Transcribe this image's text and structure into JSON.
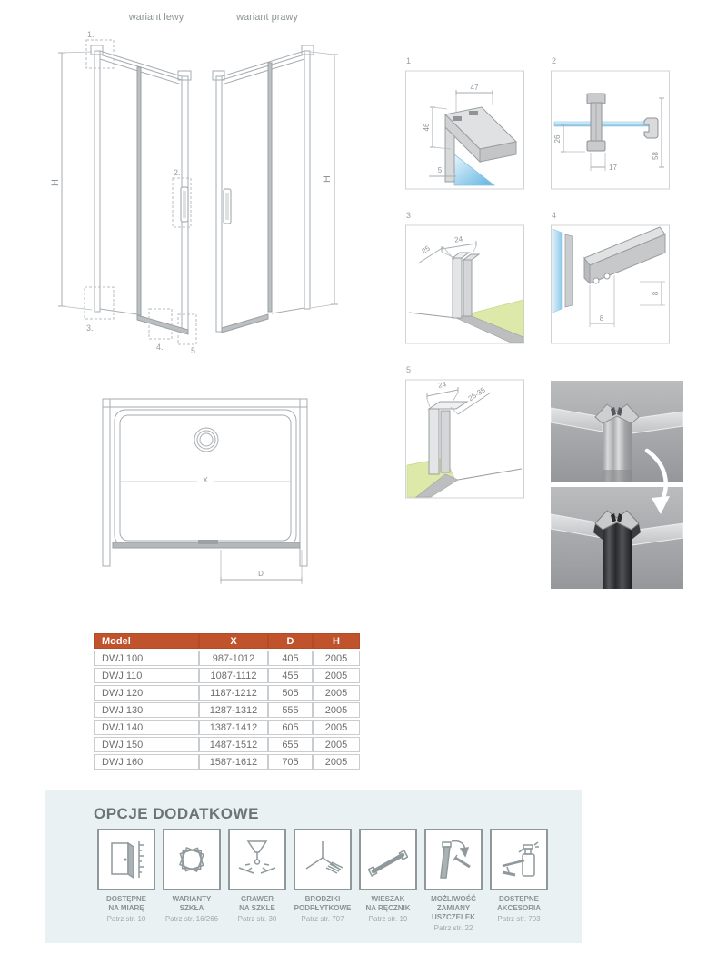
{
  "variants": {
    "left_label": "wariant lewy",
    "right_label": "wariant prawy",
    "height_label": "H",
    "callouts": {
      "c1": "1.",
      "c2": "2.",
      "c3": "3.",
      "c4": "4.",
      "c5": "5."
    }
  },
  "details": {
    "d1": {
      "num": "1",
      "dim_width": "47",
      "dim_height": "46",
      "dim_glass": "5"
    },
    "d2": {
      "num": "2",
      "dim_drop": "26",
      "dim_width": "17",
      "dim_total": "58"
    },
    "d3": {
      "num": "3",
      "dim_depth": "25",
      "dim_width": "24"
    },
    "d4": {
      "num": "4",
      "dim_width": "8",
      "dim_height": "8"
    },
    "d5": {
      "num": "5",
      "dim_width": "24",
      "dim_range": "25-35"
    }
  },
  "tray": {
    "width_label": "X",
    "door_label": "D"
  },
  "spec_table": {
    "headers": {
      "model": "Model",
      "x": "X",
      "d": "D",
      "h": "H"
    },
    "rows": [
      {
        "model": "DWJ 100",
        "x": "987-1012",
        "d": "405",
        "h": "2005"
      },
      {
        "model": "DWJ 110",
        "x": "1087-1112",
        "d": "455",
        "h": "2005"
      },
      {
        "model": "DWJ 120",
        "x": "1187-1212",
        "d": "505",
        "h": "2005"
      },
      {
        "model": "DWJ 130",
        "x": "1287-1312",
        "d": "555",
        "h": "2005"
      },
      {
        "model": "DWJ 140",
        "x": "1387-1412",
        "d": "605",
        "h": "2005"
      },
      {
        "model": "DWJ 150",
        "x": "1487-1512",
        "d": "655",
        "h": "2005"
      },
      {
        "model": "DWJ 160",
        "x": "1587-1612",
        "d": "705",
        "h": "2005"
      }
    ]
  },
  "options": {
    "title": "OPCJE DODATKOWE",
    "items": [
      {
        "icon": "made-to-measure-icon",
        "line1": "DOSTĘPNE",
        "line2": "NA MIARĘ",
        "ref": "Patrz str. 10"
      },
      {
        "icon": "glass-variants-icon",
        "line1": "WARIANTY",
        "line2": "SZKŁA",
        "ref": "Patrz str. 16/266"
      },
      {
        "icon": "glass-engraving-icon",
        "line1": "GRAWER",
        "line2": "NA SZKLE",
        "ref": "Patrz str. 30"
      },
      {
        "icon": "tileable-tray-icon",
        "line1": "BRODZIKI",
        "line2": "PODPŁYTKOWE",
        "ref": "Patrz str. 707"
      },
      {
        "icon": "towel-hanger-icon",
        "line1": "WIESZAK",
        "line2": "NA RĘCZNIK",
        "ref": "Patrz str. 19"
      },
      {
        "icon": "seal-replacement-icon",
        "line1": "MOŻLIWOŚĆ",
        "line2": "ZAMIANY",
        "line3": "USZCZELEK",
        "ref": "Patrz str. 22"
      },
      {
        "icon": "accessories-icon",
        "line1": "DOSTĘPNE",
        "line2": "AKCESORIA",
        "ref": "Patrz str. 703"
      }
    ]
  },
  "colors": {
    "accent_orange": "#c0532b",
    "glass_blue": "#8fcaea",
    "floor_green": "#dde9a9",
    "section_bg": "#e9f1f3",
    "line_gray": "#a7adb0"
  }
}
